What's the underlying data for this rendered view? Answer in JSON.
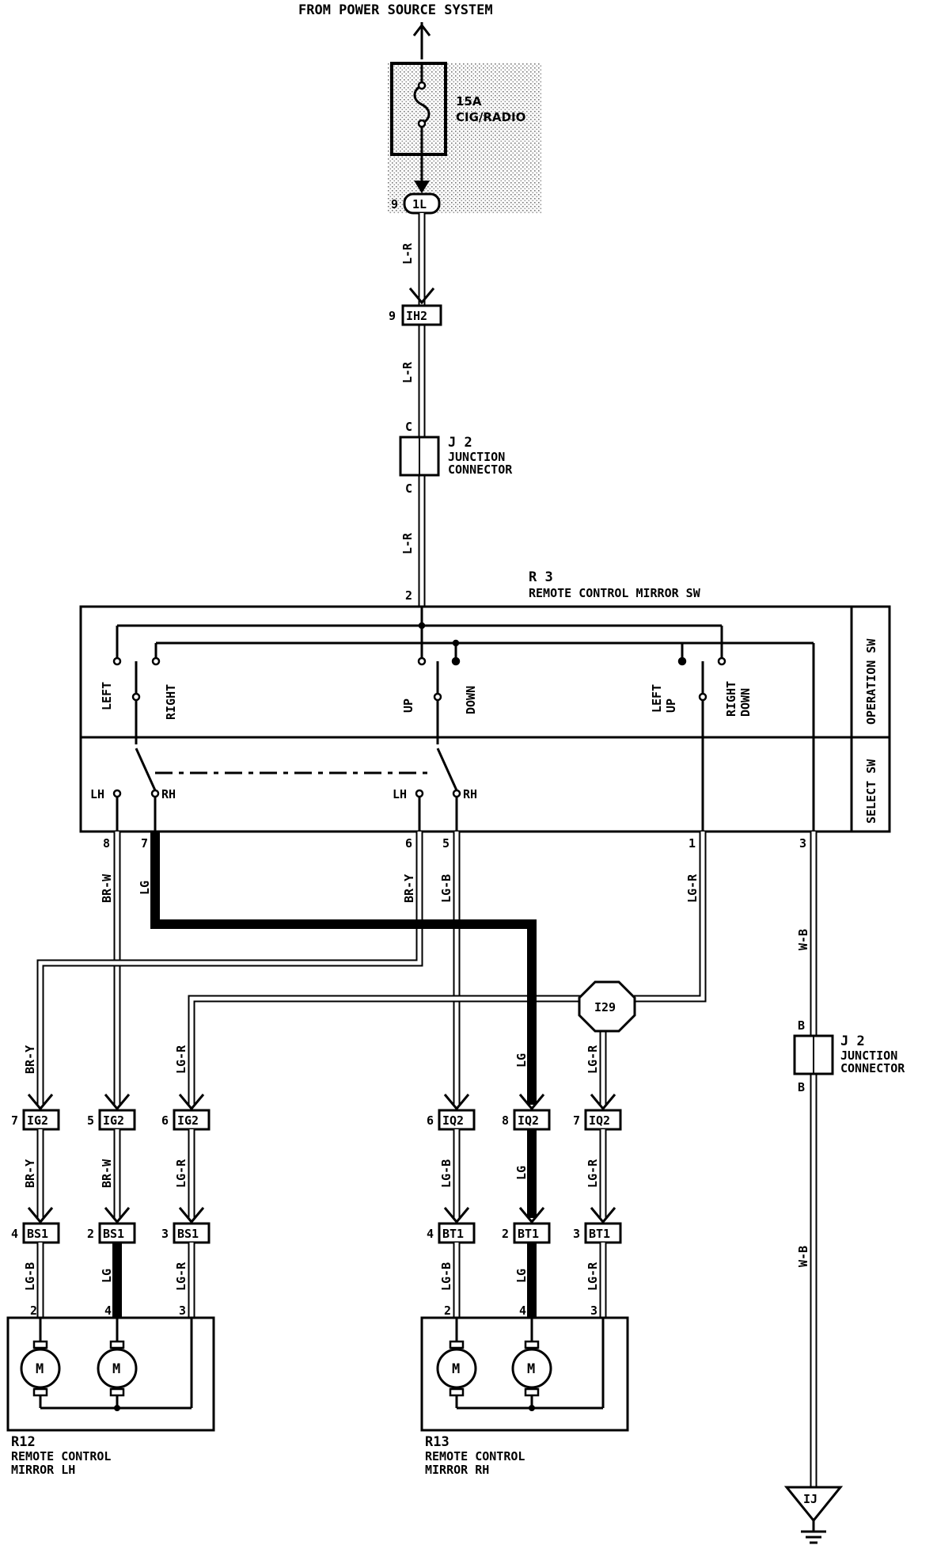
{
  "source": {
    "label": "FROM POWER SOURCE SYSTEM"
  },
  "fuse": {
    "amps": "15A",
    "name": "CIG/RADIO"
  },
  "connectors": {
    "c1L": {
      "id": "1L",
      "pin": "9"
    },
    "ih2": {
      "id": "IH2",
      "pin": "9"
    },
    "i29": {
      "id": "I29"
    },
    "ij": {
      "id": "IJ"
    },
    "ig2": [
      {
        "id": "IG2",
        "pin": "7"
      },
      {
        "id": "IG2",
        "pin": "5"
      },
      {
        "id": "IG2",
        "pin": "6"
      }
    ],
    "iq2": [
      {
        "id": "IQ2",
        "pin": "6"
      },
      {
        "id": "IQ2",
        "pin": "8"
      },
      {
        "id": "IQ2",
        "pin": "7"
      }
    ],
    "bs1": [
      {
        "id": "BS1",
        "pin": "4"
      },
      {
        "id": "BS1",
        "pin": "2"
      },
      {
        "id": "BS1",
        "pin": "3"
      }
    ],
    "bt1": [
      {
        "id": "BT1",
        "pin": "4"
      },
      {
        "id": "BT1",
        "pin": "2"
      },
      {
        "id": "BT1",
        "pin": "3"
      }
    ]
  },
  "junction_top": {
    "id": "J 2",
    "line1": "JUNCTION",
    "line2": "CONNECTOR",
    "pin_top": "C",
    "pin_bottom": "C"
  },
  "junction_right": {
    "id": "J 2",
    "line1": "JUNCTION",
    "line2": "CONNECTOR",
    "pin_top": "B",
    "pin_bottom": "B"
  },
  "switch": {
    "id": "R 3",
    "name": "REMOTE CONTROL MIRROR SW",
    "pin_in": "2",
    "operation_label": "OPERATION SW",
    "select_label": "SELECT SW",
    "positions": {
      "left": "LEFT",
      "right": "RIGHT",
      "up": "UP",
      "down": "DOWN",
      "left_up_1": "LEFT",
      "left_up_2": "UP",
      "right_down_1": "RIGHT",
      "right_down_2": "DOWN"
    },
    "select": {
      "lh": "LH",
      "rh": "RH"
    },
    "out_pins": [
      "8",
      "7",
      "6",
      "5",
      "1",
      "3"
    ]
  },
  "wires": {
    "lr": "L-R",
    "brw": "BR-W",
    "lg": "LG",
    "bry": "BR-Y",
    "lgb": "LG-B",
    "lgr": "LG-R",
    "wb": "W-B"
  },
  "mirror_lh": {
    "id": "R12",
    "line1": "REMOTE CONTROL",
    "line2": "MIRROR LH",
    "pins": [
      "2",
      "4",
      "3"
    ],
    "motor": "M"
  },
  "mirror_rh": {
    "id": "R13",
    "line1": "REMOTE CONTROL",
    "line2": "MIRROR RH",
    "pins": [
      "2",
      "4",
      "3"
    ],
    "motor": "M"
  }
}
